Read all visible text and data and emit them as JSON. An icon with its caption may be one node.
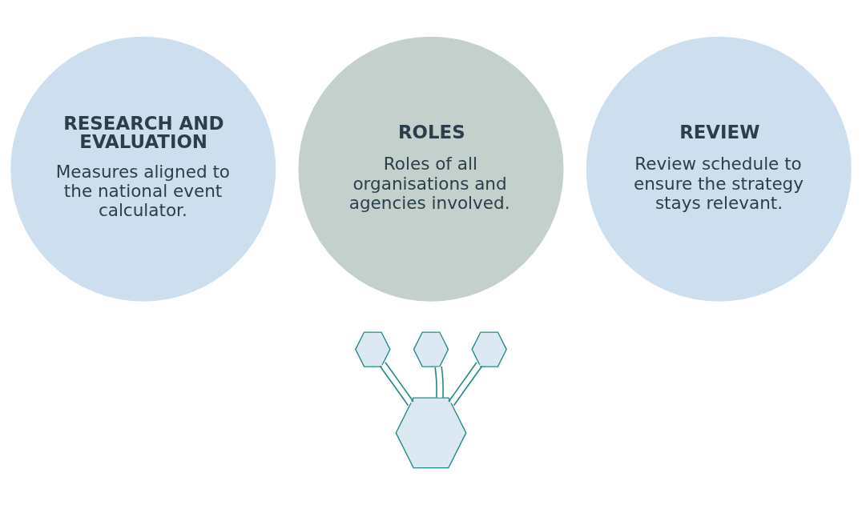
{
  "diagram": {
    "nodes": [
      {
        "text": [
          "RESEARCH AND EVALUATION",
          "Measures aligned to the national event calculator."
        ]
      },
      {
        "text": [
          "ROLES",
          "Roles of all organisations and agencies involved."
        ]
      },
      {
        "text": [
          "REVIEW",
          "Review schedule to ensure the strategy stays relevant."
        ]
      },
      {
        "text": [],
        "shape": "hexagon"
      },
      {
        "text": [],
        "shape": "hexagon"
      },
      {
        "text": [],
        "shape": "hexagon"
      },
      {
        "text": [],
        "shape": "hexagon"
      }
    ],
    "edges": [
      {
        "from": 6,
        "to": 4,
        "arrow": "none"
      },
      {
        "from": 6,
        "to": 3,
        "arrow": "none"
      },
      {
        "from": 6,
        "to": 5,
        "arrow": "none"
      }
    ]
  }
}
